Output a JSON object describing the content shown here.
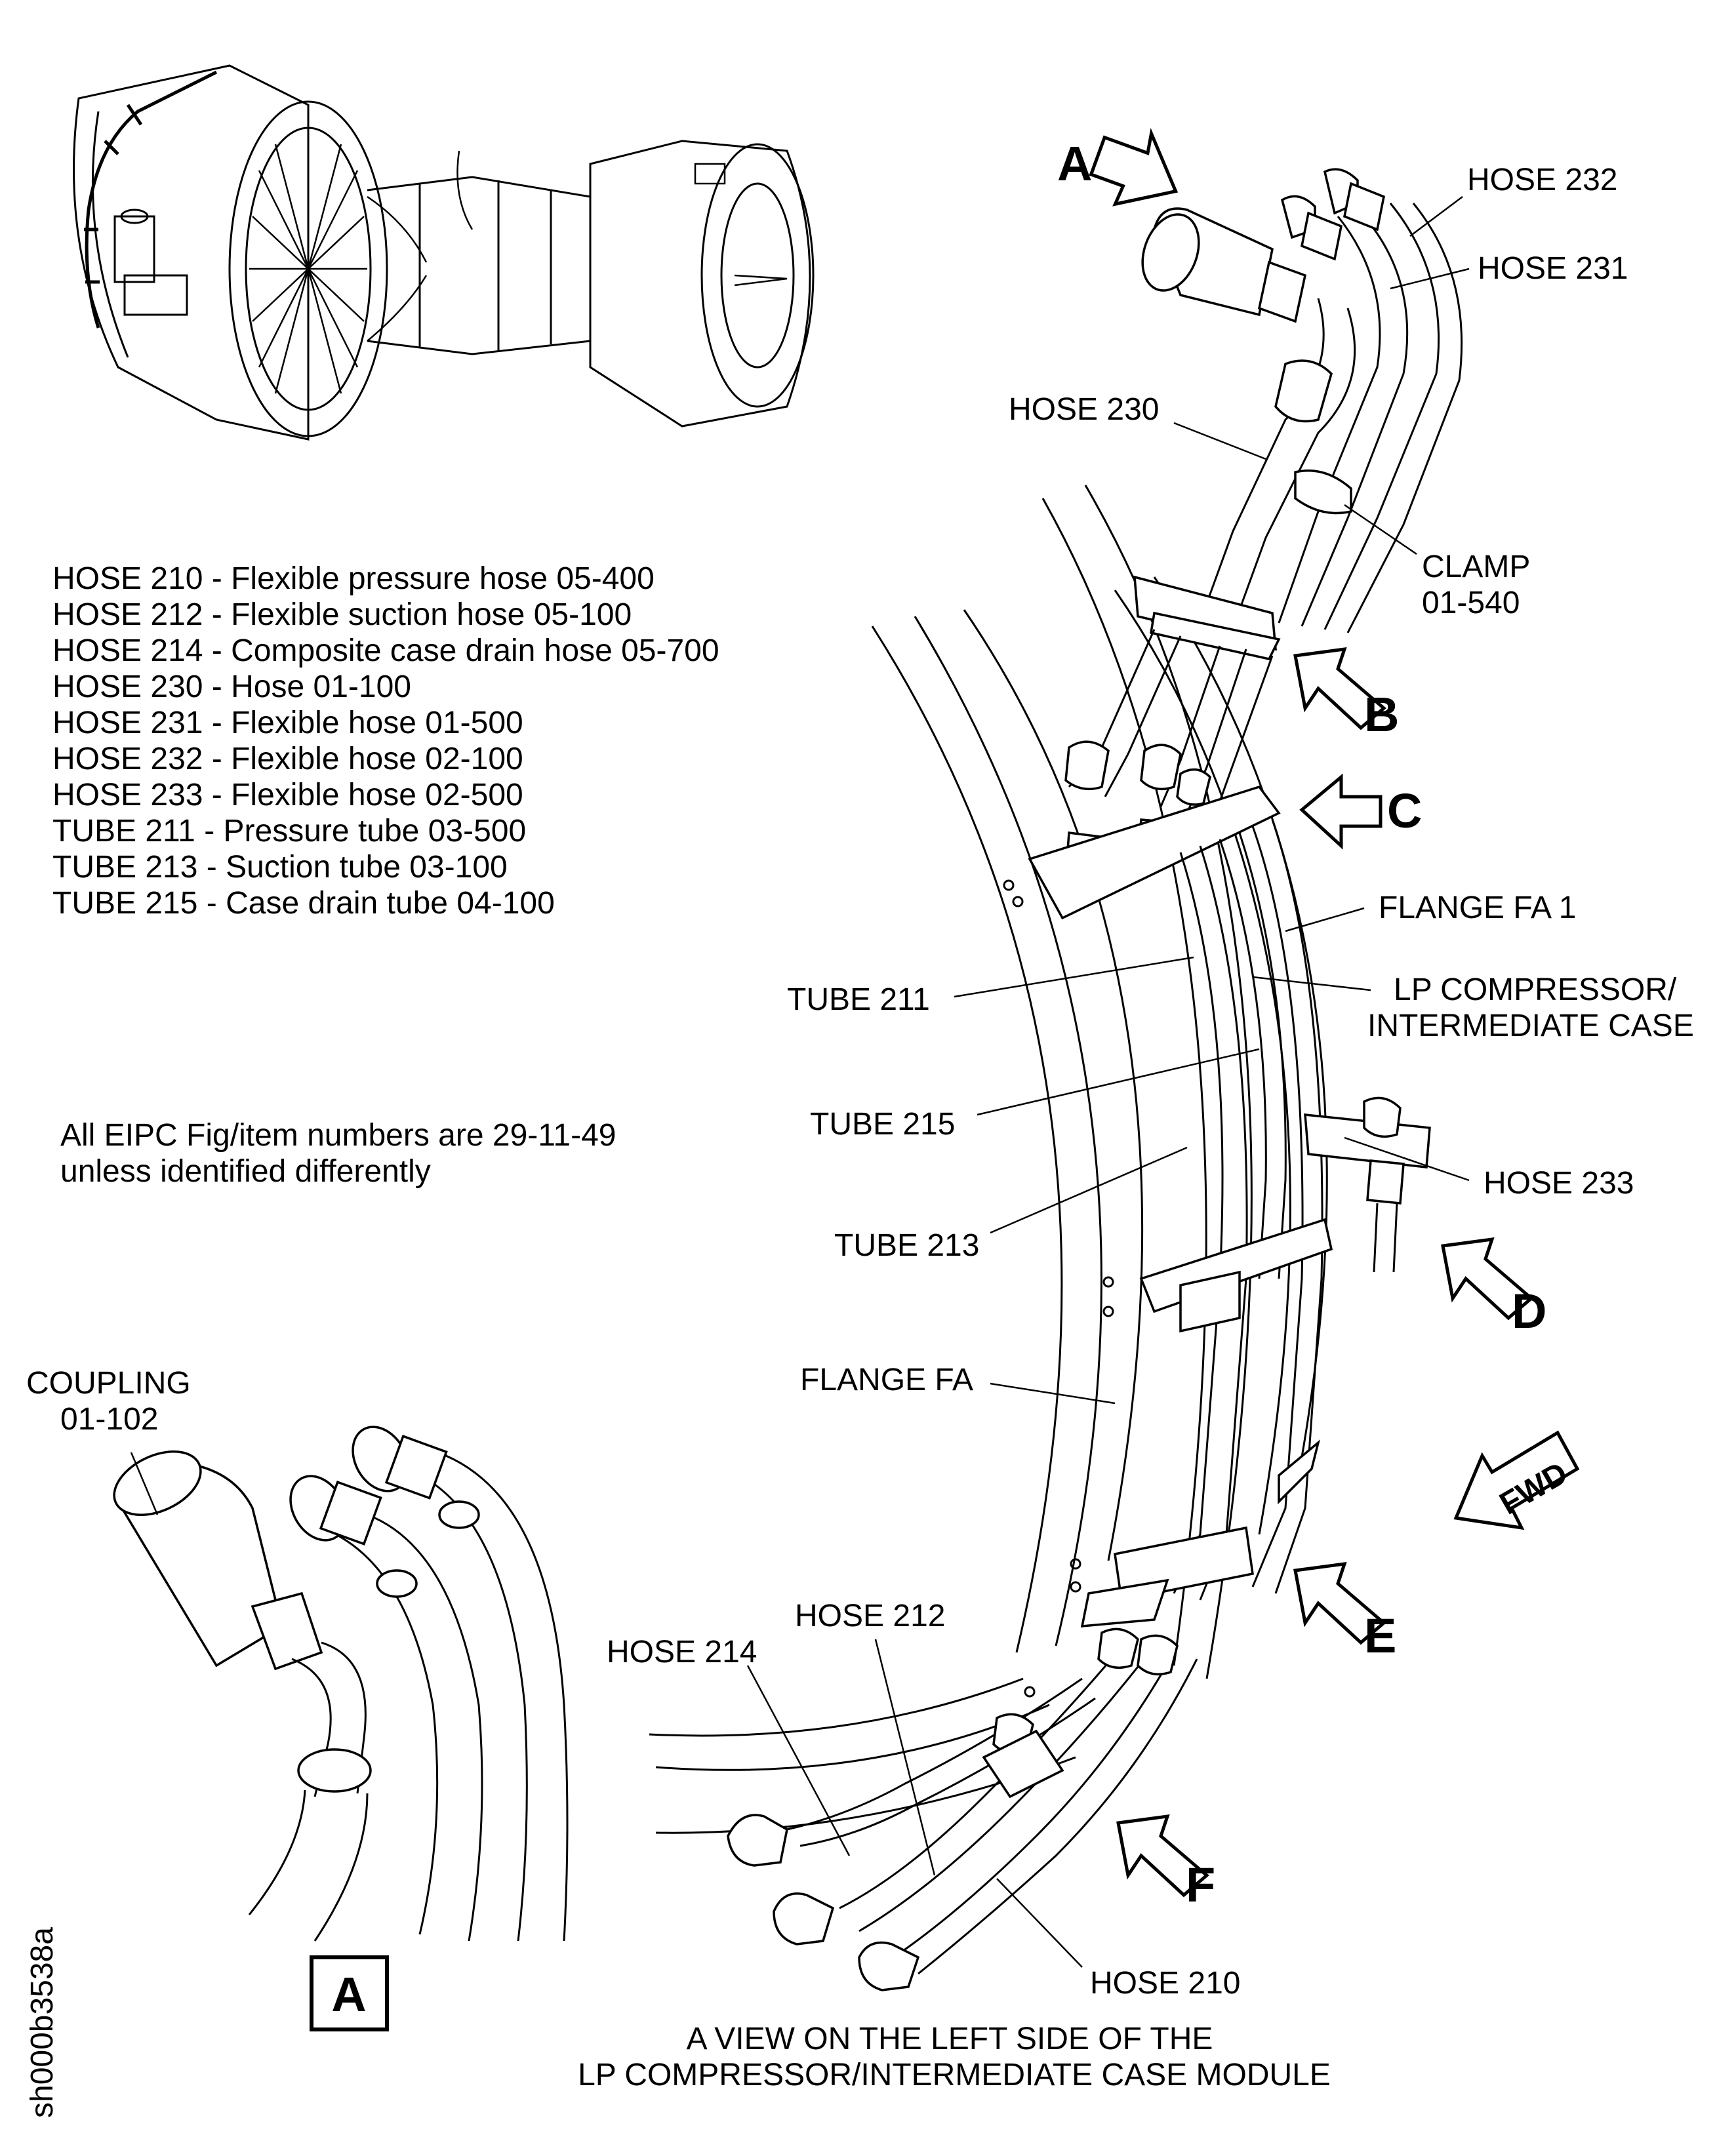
{
  "legend": [
    "HOSE 210 - Flexible pressure hose 05-400",
    "HOSE 212 - Flexible suction hose 05-100",
    "HOSE 214 - Composite case drain hose 05-700",
    "HOSE 230 - Hose 01-100",
    "HOSE 231 - Flexible hose 01-500",
    "HOSE 232 - Flexible hose 02-100",
    "HOSE 233 - Flexible hose 02-500",
    "TUBE 211 - Pressure tube 03-500",
    "TUBE 213 - Suction tube 03-100",
    "TUBE 215 - Case drain tube 04-100"
  ],
  "note": [
    "All EIPC Fig/item numbers are 29-11-49",
    "unless identified differently"
  ],
  "callouts": {
    "hose_232": "HOSE 232",
    "hose_231": "HOSE 231",
    "hose_230": "HOSE 230",
    "clamp": [
      "CLAMP",
      "01-540"
    ],
    "flange_fa1": "FLANGE FA 1",
    "lp_case": [
      "LP COMPRESSOR/",
      "INTERMEDIATE CASE"
    ],
    "tube_211": "TUBE 211",
    "tube_215": "TUBE 215",
    "tube_213": "TUBE 213",
    "hose_233": "HOSE 233",
    "flange_fa": "FLANGE FA",
    "coupling": [
      "COUPLING",
      "01-102"
    ],
    "hose_212": "HOSE 212",
    "hose_214": "HOSE 214",
    "hose_210": "HOSE 210"
  },
  "view_arrows": [
    "A",
    "B",
    "C",
    "D",
    "E",
    "F"
  ],
  "fwd_label": "FWD",
  "detail_tag": "A",
  "caption": [
    "A VIEW ON THE LEFT SIDE OF THE",
    "LP COMPRESSOR/INTERMEDIATE CASE MODULE"
  ],
  "figure_id": "sh000b3538a"
}
